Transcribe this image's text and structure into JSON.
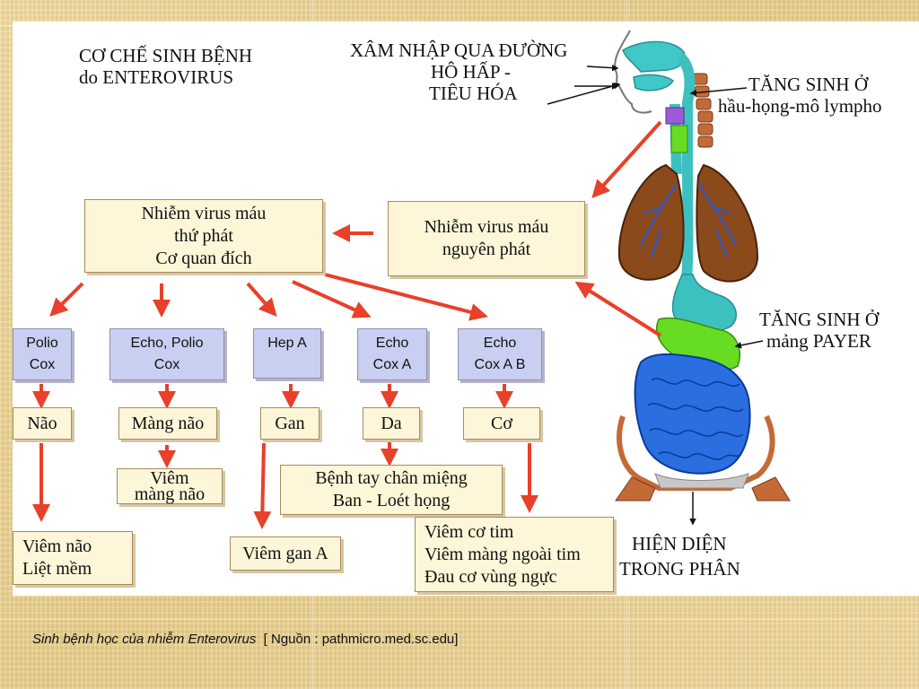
{
  "title": [
    "CƠ CHẾ SINH BỆNH",
    "do ENTEROVIRUS"
  ],
  "entry": [
    "XÂM NHẬP QUA ĐƯỜNG",
    "HÔ HẤP -",
    "TIÊU HÓA"
  ],
  "proliferation_throat": [
    "TĂNG SINH Ở",
    "hầu-họng-mô lympho"
  ],
  "proliferation_payer": [
    "TĂNG SINH Ở",
    "mảng PAYER"
  ],
  "presence_stool": [
    "HIỆN DIỆN",
    "TRONG PHÂN"
  ],
  "primary_viremia": [
    "Nhiễm virus máu",
    "nguyên phát"
  ],
  "secondary_viremia": [
    "Nhiễm virus máu",
    "thứ phát",
    "Cơ quan đích"
  ],
  "virus_groups": [
    [
      "Polio",
      "Cox"
    ],
    [
      "Echo, Polio",
      "Cox"
    ],
    [
      "Hep A"
    ],
    [
      "Echo",
      "Cox A"
    ],
    [
      "Echo",
      "Cox A B"
    ]
  ],
  "target_organs": [
    "Não",
    "Màng não",
    "Gan",
    "Da",
    "Cơ"
  ],
  "outcomes": {
    "meningitis": [
      "Viêm",
      "màng não"
    ],
    "encephalitis": [
      "Viêm não",
      "Liệt mềm"
    ],
    "hepatitis": [
      "Viêm gan A"
    ],
    "hfmd": [
      "Bệnh tay chân miệng",
      "Ban - Loét họng"
    ],
    "muscle": [
      "Viêm cơ tim",
      "Viêm màng ngoài tim",
      "Đau cơ vùng ngực"
    ]
  },
  "caption": {
    "italic": "Sinh bệnh học của nhiễm Enterovirus",
    "source": "[ Nguồn : pathmicro.med.sc.edu]"
  },
  "colors": {
    "arrow": "#e8402a",
    "box_yellow": "#fdf6d8",
    "box_blue": "#c9cff0",
    "lung": "#8a4a1c",
    "airway": "#3cc0c0",
    "intestine": "#2a6ee0",
    "payer": "#66dd22"
  }
}
